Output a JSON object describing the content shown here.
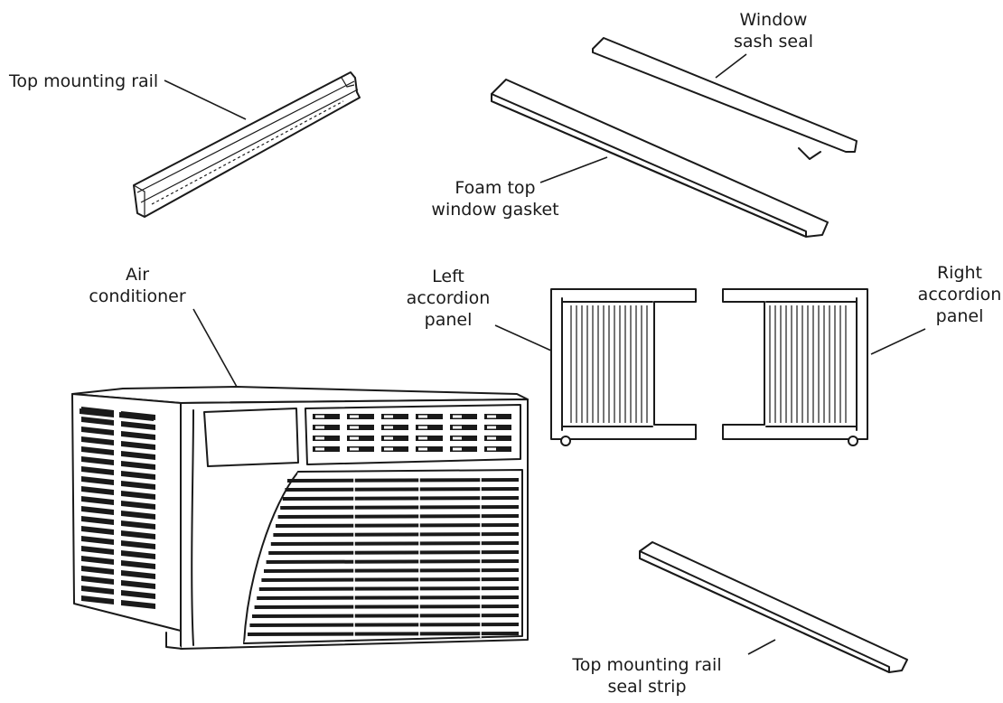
{
  "labels": {
    "top_mounting_rail": "Top mounting rail",
    "window_sash_seal": [
      "Window",
      "sash seal"
    ],
    "foam_top_window_gasket": [
      "Foam top",
      "window gasket"
    ],
    "air_conditioner": [
      "Air",
      "conditioner"
    ],
    "left_accordion_panel": [
      "Left",
      "accordion",
      "panel"
    ],
    "right_accordion_panel": [
      "Right",
      "accordion",
      "panel"
    ],
    "top_mounting_rail_seal_strip": [
      "Top mounting rail",
      "seal strip"
    ]
  },
  "colors": {
    "ink": "#1a1a1a",
    "background": "#ffffff"
  }
}
